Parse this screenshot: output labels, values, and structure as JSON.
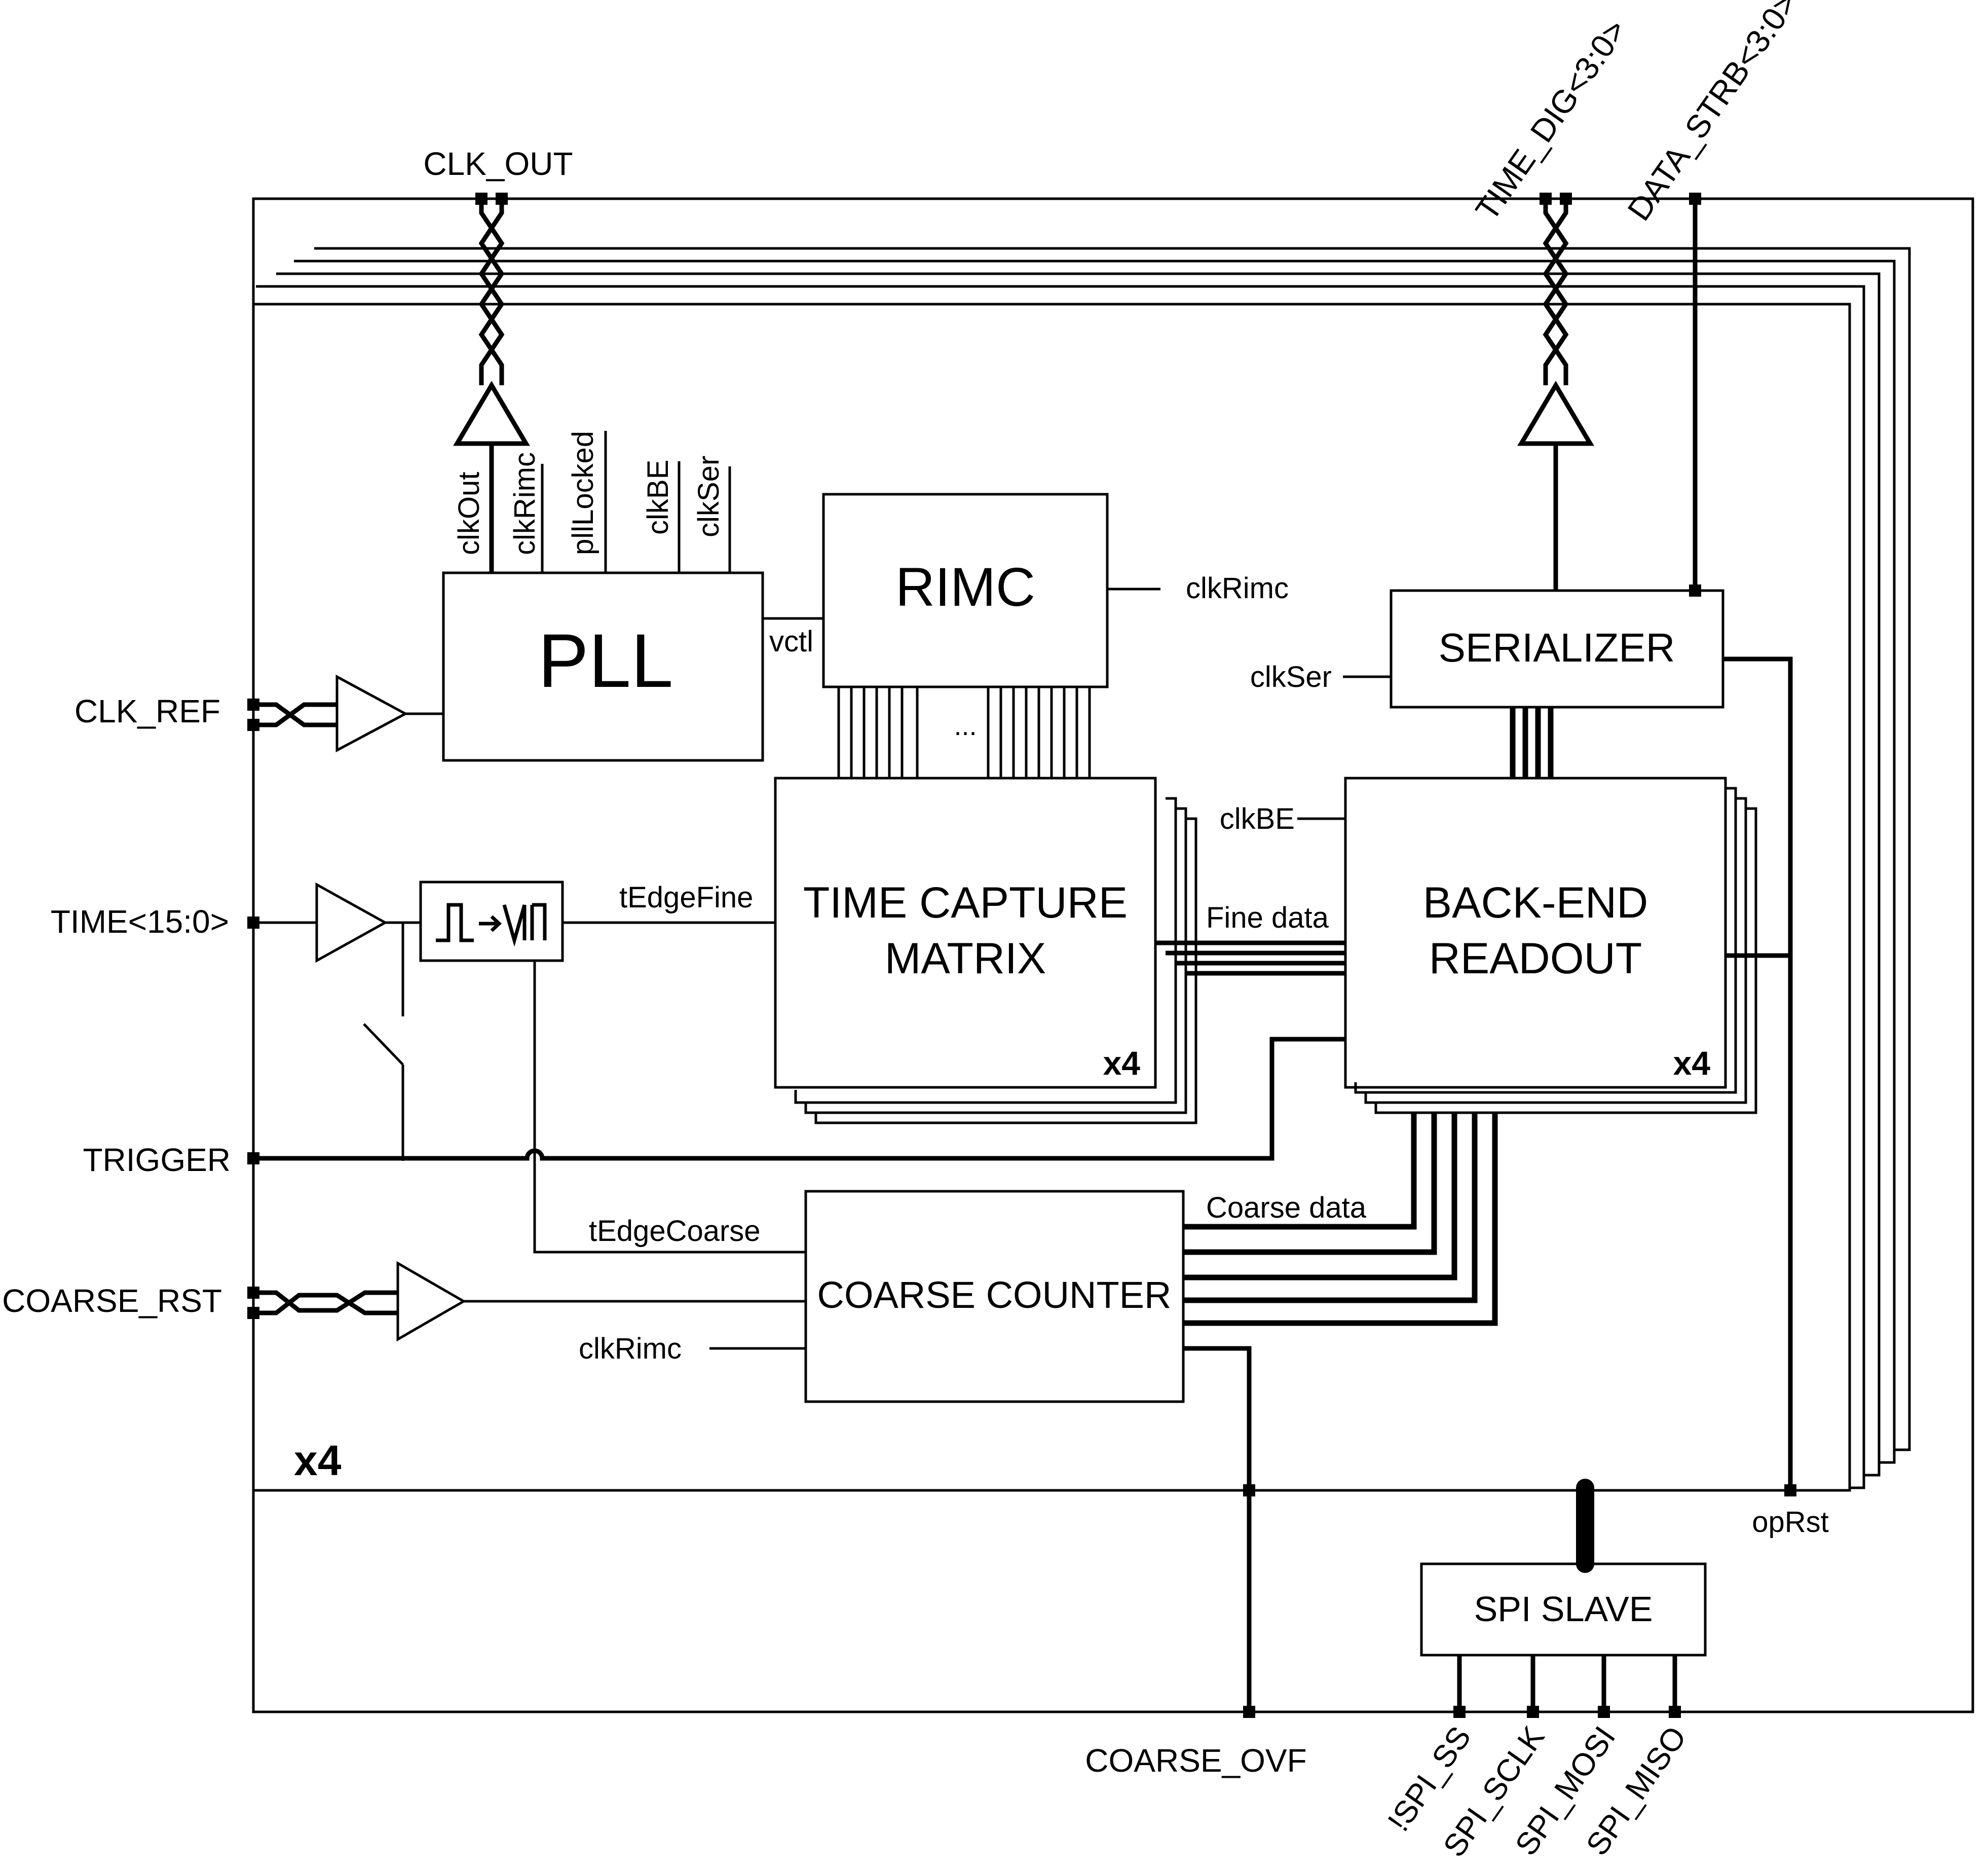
{
  "ports": {
    "clk_out": "CLK_OUT",
    "time_dig": "TIME_DIG<3:0>",
    "data_strb": "DATA_STRB<3:0>",
    "clk_ref": "CLK_REF",
    "time_in": "TIME<15:0>",
    "trigger": "TRIGGER",
    "coarse_rst": "COARSE_RST",
    "coarse_ovf": "COARSE_OVF",
    "spi_ss": "!SPI_SS",
    "spi_sclk": "SPI_SCLK",
    "spi_mosi": "SPI_MOSI",
    "spi_miso": "SPI_MISO"
  },
  "blocks": {
    "pll": "PLL",
    "rimc": "RIMC",
    "serializer": "SERIALIZER",
    "tcm_line1": "TIME CAPTURE",
    "tcm_line2": "MATRIX",
    "ber_line1": "BACK-END",
    "ber_line2": "READOUT",
    "coarse_counter": "COARSE COUNTER",
    "spi_slave": "SPI SLAVE"
  },
  "signals": {
    "clk_out_int": "clkOut",
    "clk_rimc_pll": "clkRimc",
    "pll_locked": "pllLocked",
    "clk_be_pll": "clkBE",
    "clk_ser_pll": "clkSer",
    "vctl": "vctl",
    "clk_rimc_out": "clkRimc",
    "clk_ser_in": "clkSer",
    "clk_be_in": "clkBE",
    "t_edge_fine": "tEdgeFine",
    "fine_data": "Fine data",
    "coarse_data": "Coarse data",
    "t_edge_coarse": "tEdgeCoarse",
    "clk_rimc_cc": "clkRimc",
    "op_rst": "opRst",
    "ellipsis": "..."
  },
  "multipliers": {
    "tcm": "x4",
    "ber": "x4",
    "channel": "x4"
  }
}
